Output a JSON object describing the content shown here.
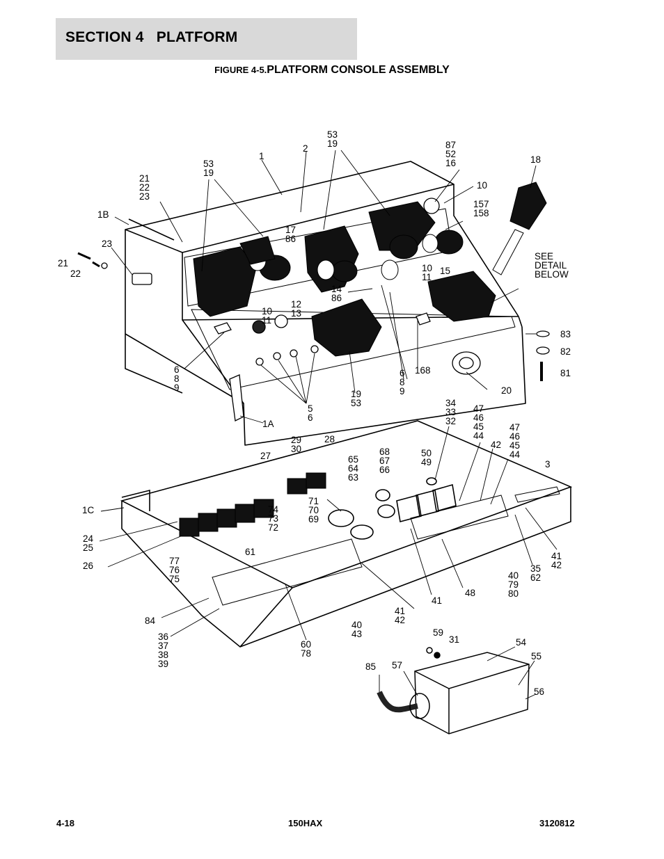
{
  "header": {
    "section_label": "SECTION 4",
    "section_name": "PLATFORM"
  },
  "figure": {
    "number": "FIGURE 4-5.",
    "title": "PLATFORM CONSOLE ASSEMBLY"
  },
  "callouts": {
    "top_console": [
      "1",
      "2",
      "53\n19",
      "87\n52\n16",
      "18",
      "53\n19",
      "21\n22\n23",
      "1B",
      "17\n86",
      "10",
      "157\n158",
      "23",
      "21",
      "22",
      "10\n11",
      "15",
      "SEE\nDETAIL\nBELOW",
      "14\n86",
      "12\n13",
      "10\n11",
      "83",
      "82",
      "81",
      "6\n8\n9",
      "168",
      "6\n8\n9",
      "20",
      "19\n53",
      "5\n6",
      "1A"
    ],
    "lower_box": [
      "34\n33\n32",
      "47\n46\n45\n44",
      "29\n30",
      "28",
      "68\n67\n66",
      "50\n49",
      "47\n46\n45\n44",
      "42",
      "27",
      "65\n64\n63",
      "3",
      "71\n70\n69",
      "1C",
      "74\n73\n72",
      "24\n25",
      "61",
      "26",
      "77\n76\n75",
      "41\n42",
      "35\n62",
      "40\n79\n80",
      "48",
      "41",
      "84",
      "41\n42",
      "40\n43",
      "36\n37\n38\n39",
      "60\n78",
      "59",
      "31",
      "54",
      "55",
      "85",
      "57",
      "56"
    ]
  },
  "footer": {
    "page": "4-18",
    "model": "150HAX",
    "doc_number": "3120812"
  }
}
